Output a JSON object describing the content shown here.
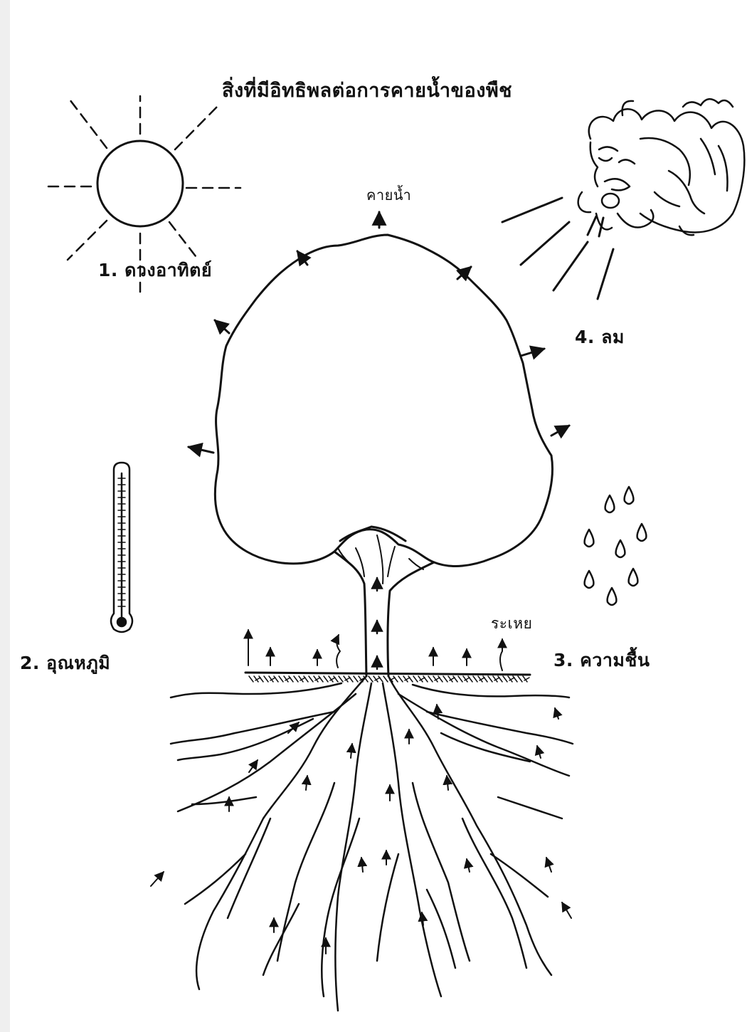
{
  "title": "สิ่งที่มีอิทธิพลต่อการคายน้ำของพืช",
  "factors": {
    "sun": "1. ดวงอาทิตย์",
    "temperature": "2. อุณหภูมิ",
    "humidity": "3. ความชื้น",
    "wind": "4. ลม"
  },
  "annotations": {
    "transpiration": "คายน้ำ",
    "evaporation": "ระเหย"
  },
  "icons": [
    "sun-icon",
    "wind-face-icon",
    "thermometer-icon",
    "water-drops-icon",
    "tree-icon",
    "roots-icon",
    "soil-line-icon"
  ]
}
